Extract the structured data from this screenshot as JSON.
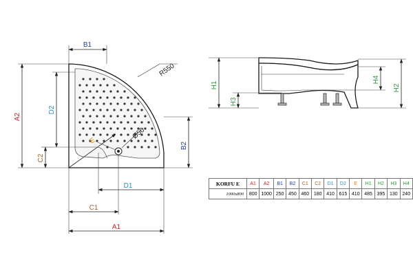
{
  "drawing": {
    "labels": {
      "A1": "A1",
      "A2": "A2",
      "B1": "B1",
      "B2": "B2",
      "C1": "C1",
      "C2": "C2",
      "D1": "D1",
      "D2": "D2",
      "E": "E",
      "H1": "H1",
      "H2": "H2",
      "H3": "H3",
      "H4": "H4",
      "radius": "R550",
      "drain": "Ø50"
    },
    "label_colors": {
      "A": "#cc2222",
      "B": "#223f99",
      "C": "#a0602a",
      "D": "#2a8fbf",
      "E": "#e08a00",
      "H": "#2a9a3a",
      "dark": "#222222"
    }
  },
  "table": {
    "model": "KORFU E",
    "columns": [
      {
        "key": "A1",
        "color": "#cc2222"
      },
      {
        "key": "A2",
        "color": "#cc2222"
      },
      {
        "key": "B1",
        "color": "#223f99"
      },
      {
        "key": "B2",
        "color": "#223f99"
      },
      {
        "key": "C1",
        "color": "#a0602a"
      },
      {
        "key": "C2",
        "color": "#a0602a"
      },
      {
        "key": "D1",
        "color": "#2a8fbf"
      },
      {
        "key": "D2",
        "color": "#2a8fbf"
      },
      {
        "key": "E",
        "color": "#e08a00"
      },
      {
        "key": "H1",
        "color": "#2a9a3a"
      },
      {
        "key": "H2",
        "color": "#2a9a3a"
      },
      {
        "key": "H3",
        "color": "#2a9a3a"
      },
      {
        "key": "H4",
        "color": "#2a9a3a"
      }
    ],
    "size": "1000x800",
    "values": [
      "800",
      "1000",
      "250",
      "450",
      "460",
      "180",
      "410",
      "615",
      "410",
      "485",
      "395",
      "130",
      "240"
    ]
  }
}
